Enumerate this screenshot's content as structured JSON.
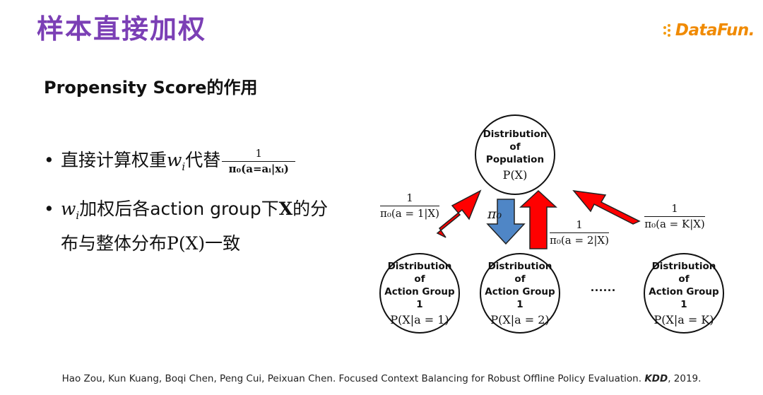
{
  "title": "样本直接加权",
  "logo": {
    "text": "DataFun."
  },
  "subtitle": "Propensity Score的作用",
  "bullets": [
    {
      "prefix": "直接计算权重",
      "var": "w",
      "sub": "i",
      "mid": "代替",
      "frac_num": "1",
      "frac_den": "π₀(a=aᵢ|xᵢ)"
    },
    {
      "var": "w",
      "sub": "i",
      "line1": "加权后各action group下",
      "bold": "X",
      "line1_end": "的分",
      "line2": "布与整体分布",
      "math2": "P(X)",
      "line2_end": "一致"
    }
  ],
  "diagram": {
    "population": {
      "label": "Distribution of\nPopulation",
      "math": "P(X)"
    },
    "groups": [
      {
        "label": "Distribution of\nAction Group 1",
        "math": "P(X|a = 1)"
      },
      {
        "label": "Distribution of\nAction Group 1",
        "math": "P(X|a = 2)"
      },
      {
        "label": "Distribution of\nAction Group 1",
        "math": "P(X|a = K)"
      }
    ],
    "ellipsis": "......",
    "pi_label": "π₀",
    "weights": [
      {
        "num": "1",
        "den": "π₀(a = 1|X)"
      },
      {
        "num": "1",
        "den": "π₀(a = 2|X)"
      },
      {
        "num": "1",
        "den": "π₀(a = K|X)"
      }
    ],
    "colors": {
      "red_arrow": "#ff0000",
      "blue_arrow": "#4f86c6",
      "outline": "#111111"
    }
  },
  "citation": {
    "text": "Hao Zou, Kun Kuang, Boqi Chen, Peng Cui, Peixuan Chen. Focused Context Balancing for Robust Offline Policy Evaluation. ",
    "venue": "KDD",
    "year": ", 2019."
  }
}
